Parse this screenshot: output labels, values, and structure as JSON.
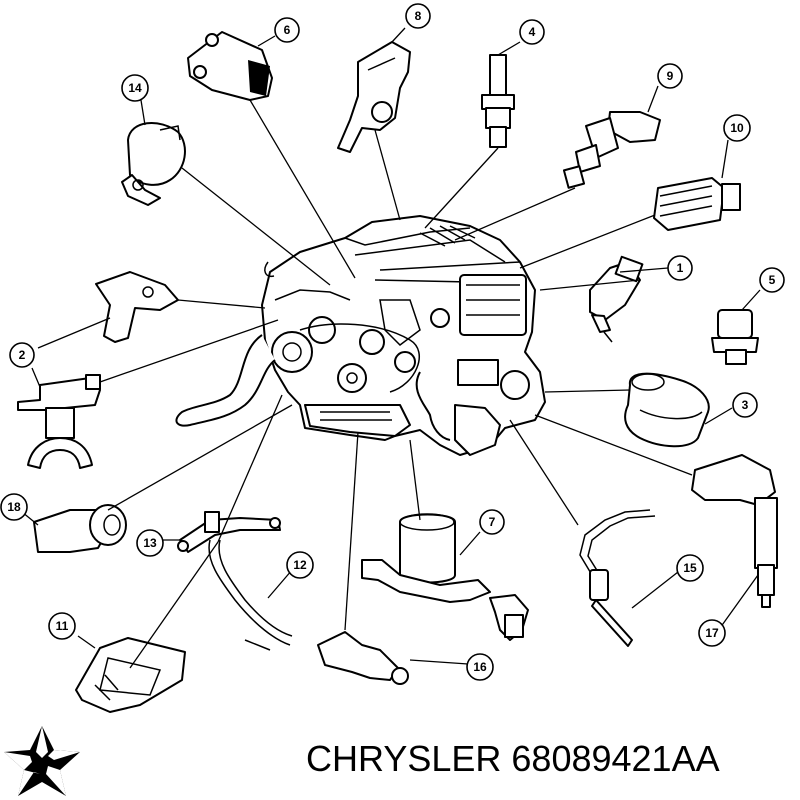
{
  "caption": {
    "text": "CHRYSLER 68089421AA"
  },
  "logo": {
    "icon": "chrysler-pentastar-icon"
  },
  "callouts": [
    {
      "id": "1",
      "label": "1"
    },
    {
      "id": "2",
      "label": "2"
    },
    {
      "id": "3",
      "label": "3"
    },
    {
      "id": "4",
      "label": "4"
    },
    {
      "id": "5",
      "label": "5"
    },
    {
      "id": "6",
      "label": "6"
    },
    {
      "id": "7",
      "label": "7"
    },
    {
      "id": "8",
      "label": "8"
    },
    {
      "id": "9",
      "label": "9"
    },
    {
      "id": "10",
      "label": "10"
    },
    {
      "id": "11",
      "label": "11"
    },
    {
      "id": "12",
      "label": "12"
    },
    {
      "id": "13",
      "label": "13"
    },
    {
      "id": "14",
      "label": "14"
    },
    {
      "id": "15",
      "label": "15"
    },
    {
      "id": "16",
      "label": "16"
    },
    {
      "id": "17",
      "label": "17"
    },
    {
      "id": "18",
      "label": "18"
    }
  ]
}
